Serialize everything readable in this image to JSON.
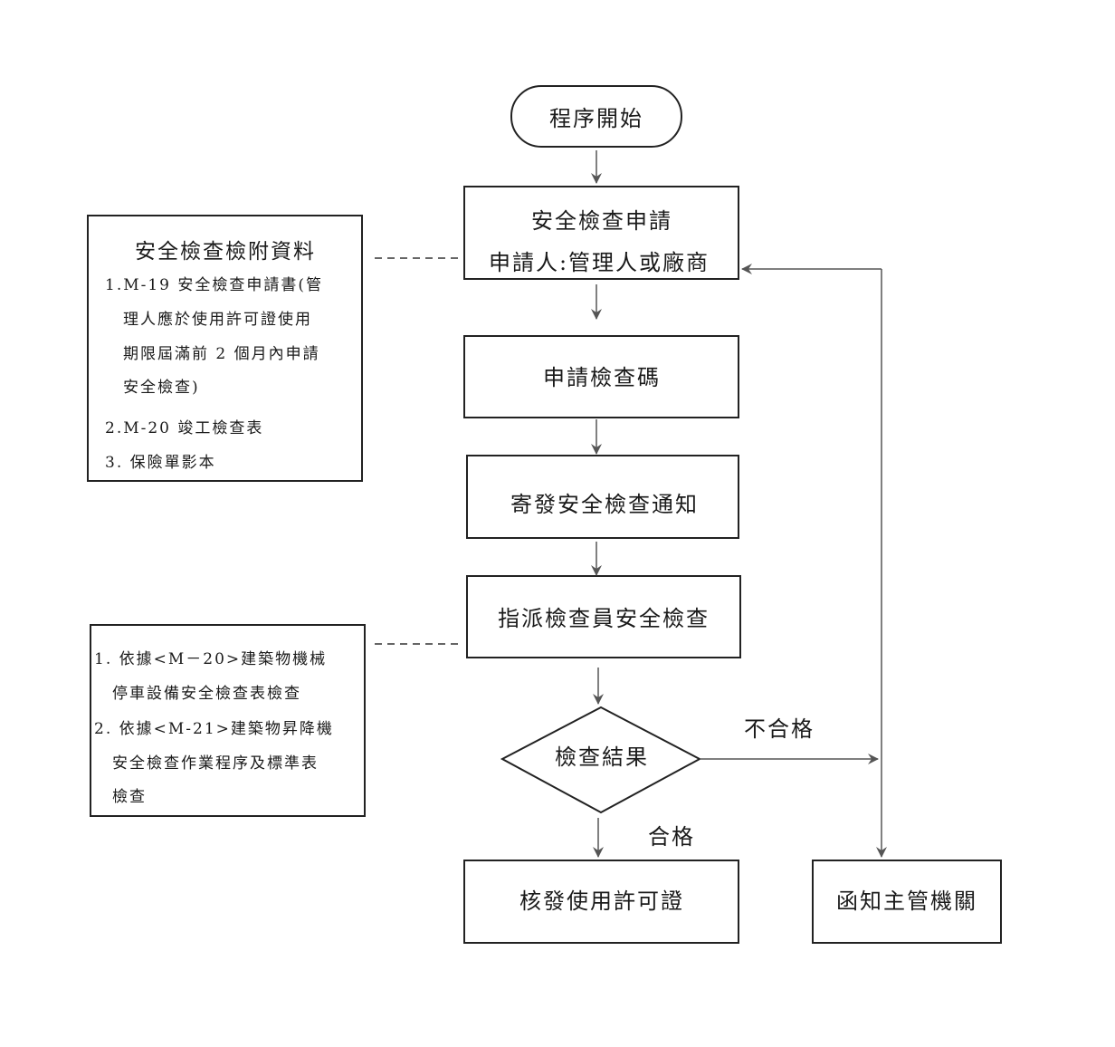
{
  "start": "程序開始",
  "apply": {
    "line1": "安全檢查申請",
    "line2": "申請人:管理人或廠商"
  },
  "code": "申請檢查碼",
  "notice": "寄發安全檢查通知",
  "assign": "指派檢查員安全檢查",
  "result": "檢查結果",
  "issue": "核發使用許可證",
  "notify": "函知主管機關",
  "fail_label": "不合格",
  "pass_label": "合格",
  "attachments": {
    "title": "安全檢查檢附資料",
    "lines": [
      "1.M-19 安全檢查申請書(管",
      "理人應於使用許可證使用",
      "期限屆滿前 2 個月內申請",
      "安全檢查)",
      "2.M-20 竣工檢查表",
      "3. 保險單影本"
    ]
  },
  "criteria": {
    "lines": [
      "1. 依據<M－20>建築物機械",
      "停車設備安全檢查表檢查",
      "2. 依據<M-21>建築物昇降機",
      "安全檢查作業程序及標準表",
      "檢查"
    ]
  }
}
